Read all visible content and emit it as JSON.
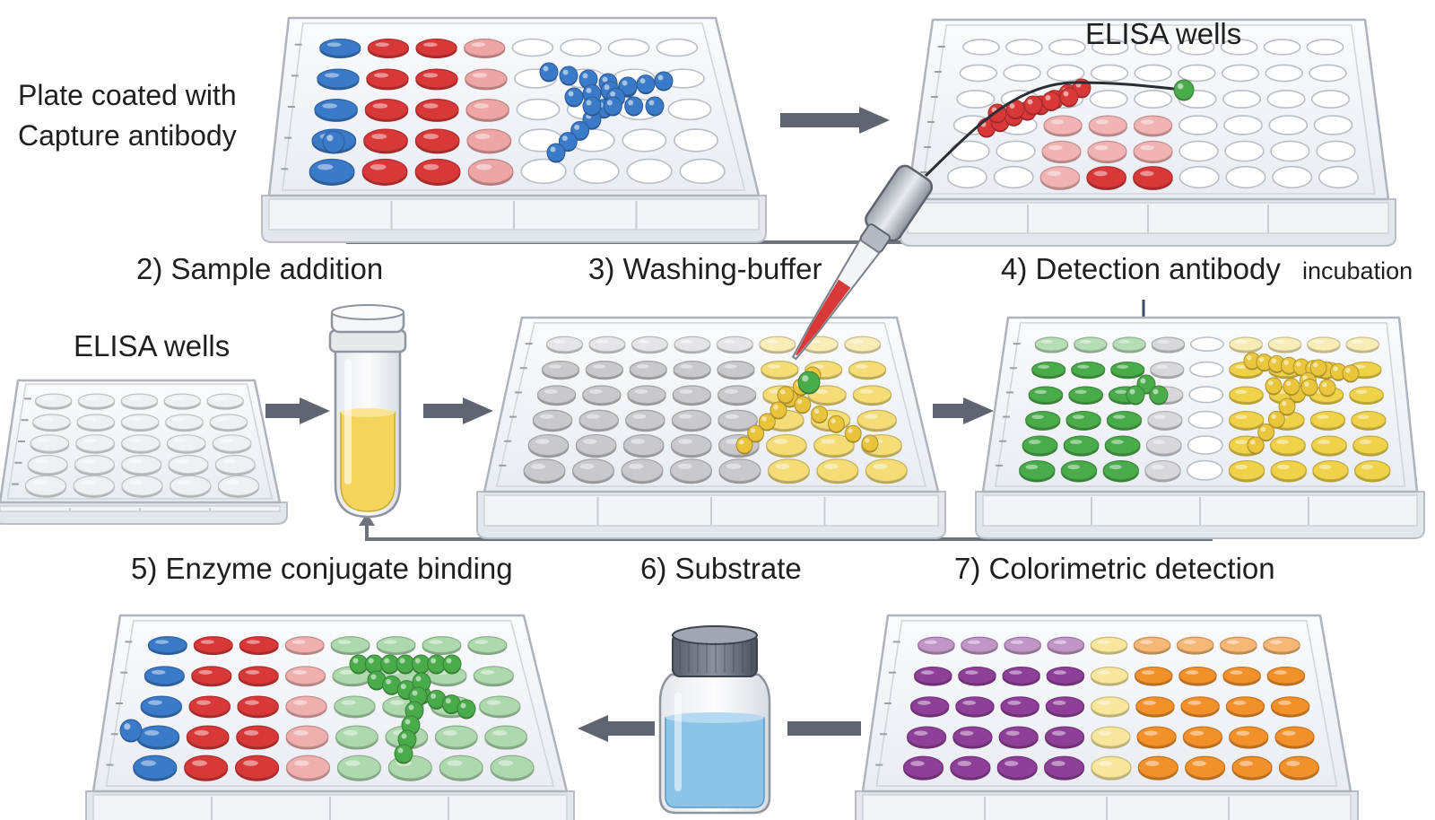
{
  "labels": {
    "plate_coated": "Plate coated with Capture antibody",
    "elisa_wells_top": "ELISA wells",
    "step2": "2) Sample addition",
    "step3": "3) Washing-buffer",
    "step4": "4) Detection antibody",
    "step4_suffix": "incubation",
    "elisa_wells_left": "ELISA wells",
    "step5": "5) Enzyme conjugate binding",
    "step6": "6) Substrate",
    "step7": "7) Colorimetric detection"
  },
  "colors": {
    "capture_blue": "#3a7ac8",
    "sample_red": "#d93838",
    "empty_well": "#e8e8ee",
    "grey_well": "#c9c9cd",
    "detect_green": "#4aab4a",
    "antigen_yellow": "#f0d24a",
    "sample_yellow": "#f2d55a",
    "substrate_blue": "#8cc4e8",
    "result_purple": "#8e3f98",
    "result_orange": "#f2902a",
    "arrow_grey": "#5f6570",
    "connector_grey": "#6e737c"
  }
}
